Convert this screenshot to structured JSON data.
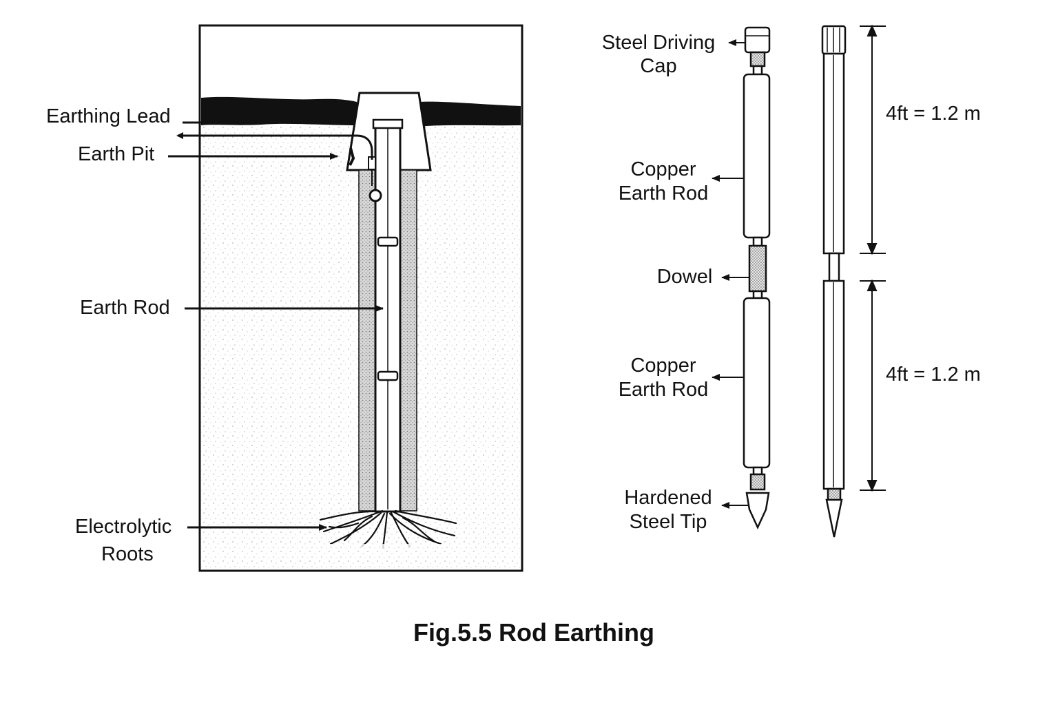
{
  "figure": {
    "caption": "Fig.5.5 Rod Earthing"
  },
  "installation": {
    "earthing_lead": "Earthing Lead",
    "earth_pit": "Earth Pit",
    "earth_rod": "Earth Rod",
    "electrolytic_roots_line1": "Electrolytic",
    "electrolytic_roots_line2": "Roots"
  },
  "rod_parts": {
    "driving_cap_line1": "Steel Driving",
    "driving_cap_line2": "Cap",
    "copper_rod_upper_line1": "Copper",
    "copper_rod_upper_line2": "Earth Rod",
    "dowel": "Dowel",
    "copper_rod_lower_line1": "Copper",
    "copper_rod_lower_line2": "Earth Rod",
    "steel_tip_line1": "Hardened",
    "steel_tip_line2": "Steel Tip"
  },
  "dimensions": {
    "upper_length": "4ft = 1.2 m",
    "lower_length": "4ft = 1.2 m"
  },
  "colors": {
    "ink": "#111111",
    "soil_speckle": "#bdbdbd",
    "backfill": "#9a9a9a"
  }
}
